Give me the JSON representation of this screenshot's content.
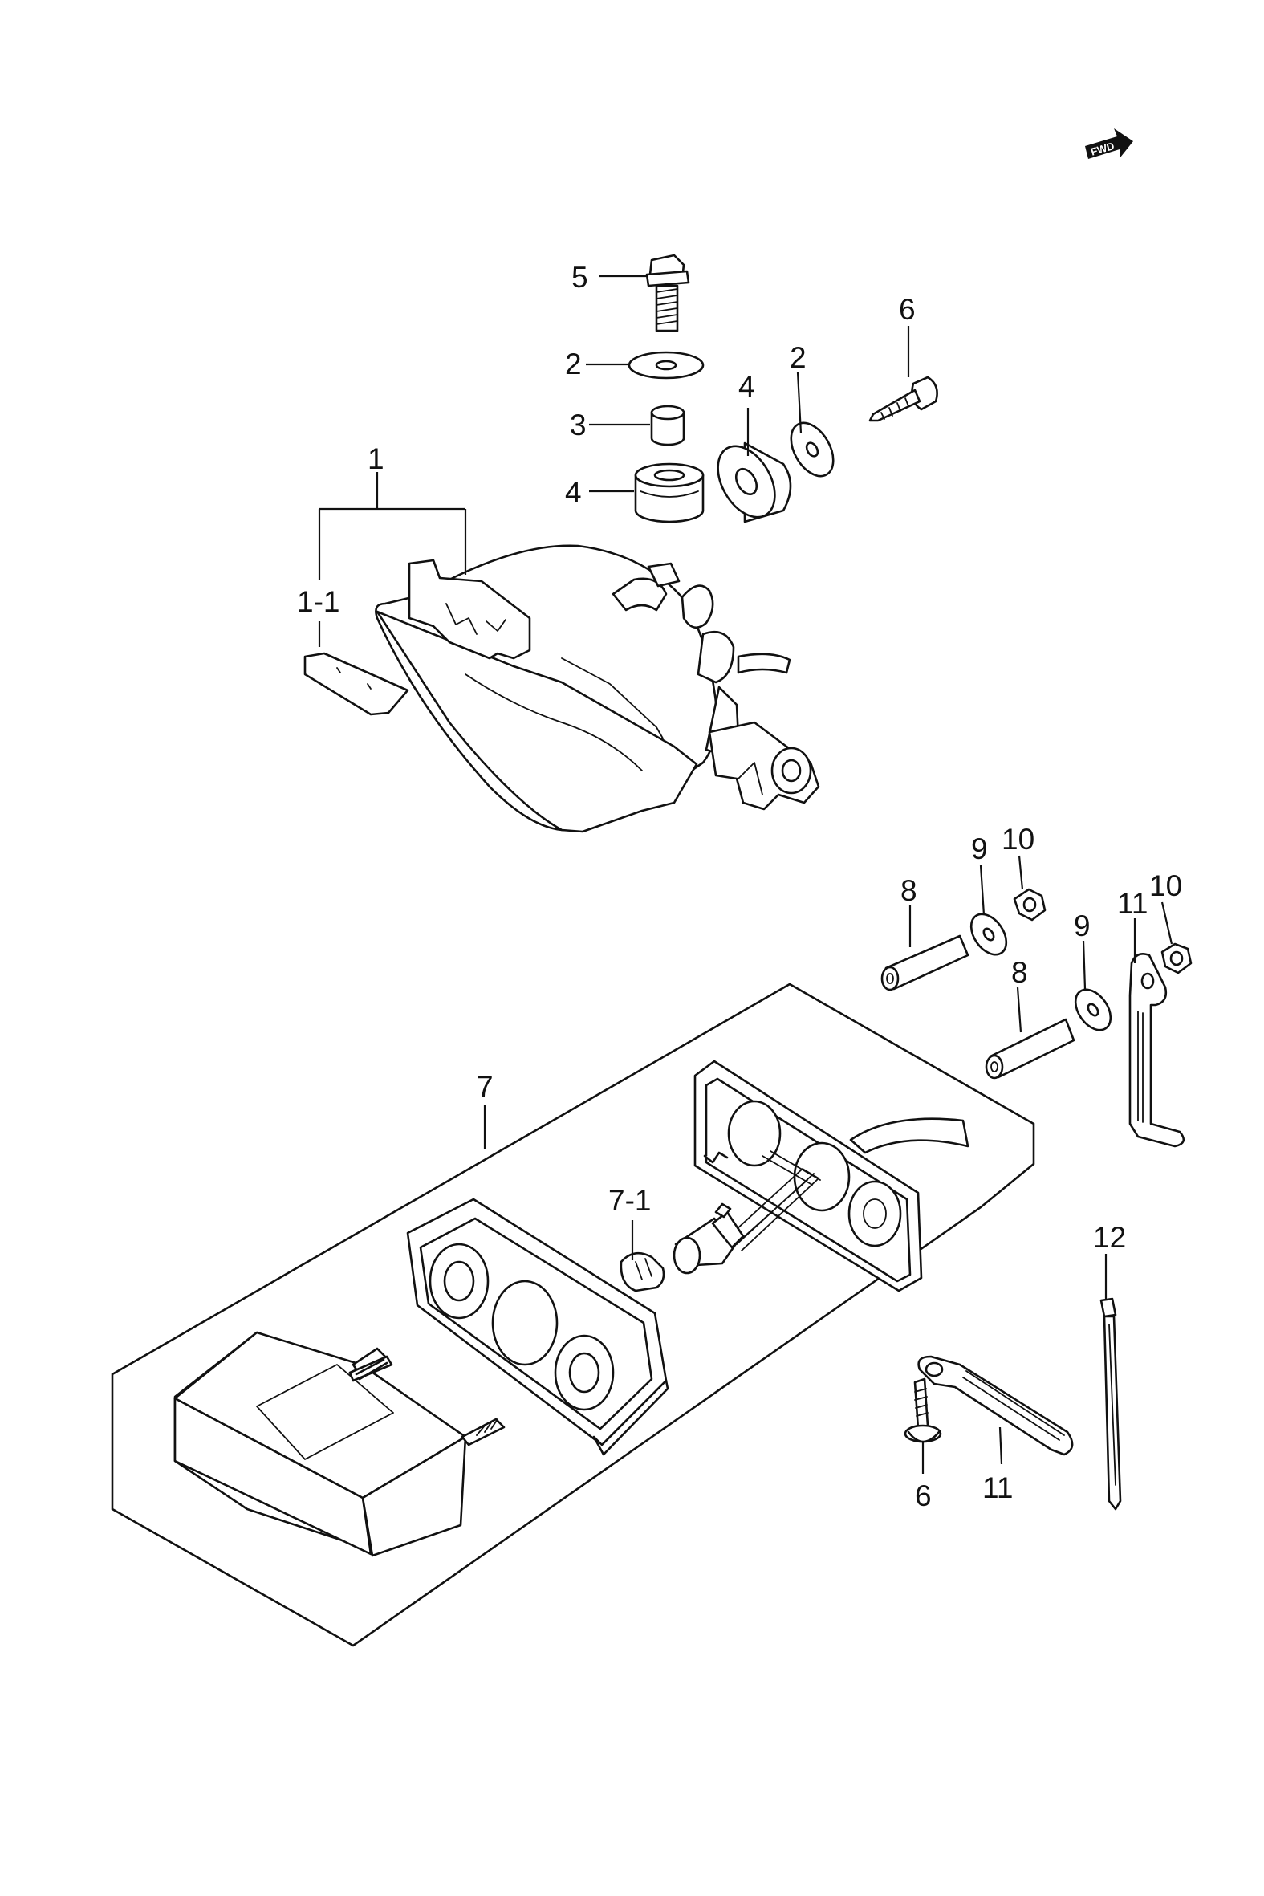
{
  "fwd_badge": {
    "text": "FWD",
    "icon": "fwd-arrow-icon"
  },
  "callouts": {
    "c1": "1",
    "c1_1": "1-1",
    "c2a": "2",
    "c2b": "2",
    "c3": "3",
    "c4a": "4",
    "c4b": "4",
    "c5": "5",
    "c6a": "6",
    "c6b": "6",
    "c7": "7",
    "c7_1": "7-1",
    "c8a": "8",
    "c8b": "8",
    "c9a": "9",
    "c9b": "9",
    "c10a": "10",
    "c10b": "10",
    "c11a": "11",
    "c11b": "11",
    "c12": "12"
  },
  "colors": {
    "line": "#111111",
    "background": "#ffffff"
  }
}
